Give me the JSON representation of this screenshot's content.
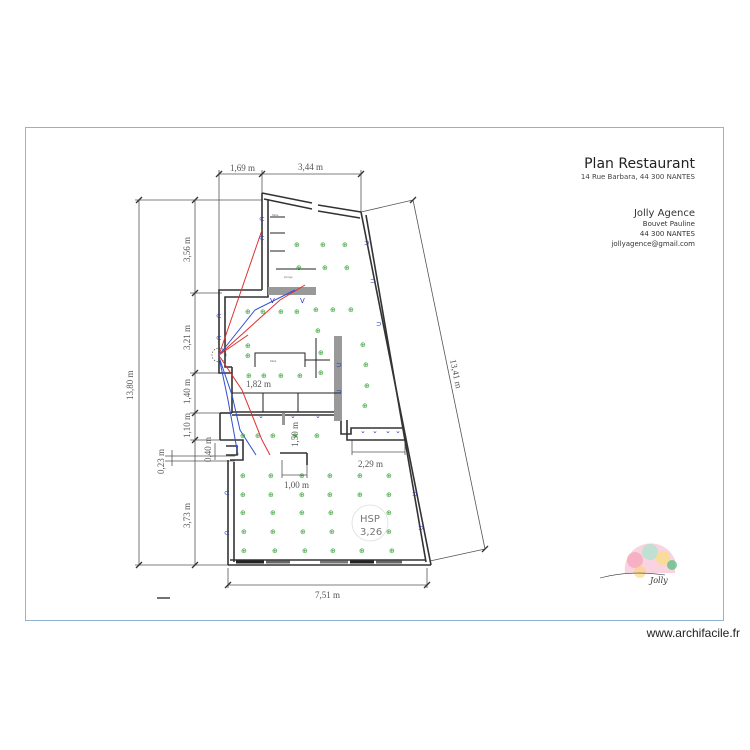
{
  "plan": {
    "title": "Plan Restaurant",
    "address": "14 Rue Barbara, 44 300 NANTES"
  },
  "agency": {
    "name": "Jolly Agence",
    "contact": "Bouvet Pauline",
    "city": "44 300 NANTES",
    "email": "jollyagence@gmail.com"
  },
  "dimensions": {
    "top_left": "1,69 m",
    "top_right": "3,44 m",
    "total_height": "13,80 m",
    "seg1": "3,56 m",
    "seg2": "3,21 m",
    "seg3": "1,40 m",
    "seg4": "1,10 m",
    "seg5": "0,40 m",
    "seg6": "0,23 m",
    "seg7": "3,73 m",
    "diagonal": "13,41 m",
    "inner_width": "1,82 m",
    "inner_height": "1,50 m",
    "step": "2,29 m",
    "door": "1,00 m",
    "bottom": "7,51 m"
  },
  "room": {
    "hsp_label": "HSP",
    "hsp_value": "3,26"
  },
  "logo": {
    "text": "Jolly"
  },
  "watermark": "www.archifacile.fr",
  "colors": {
    "frame": "#8fb3d1",
    "wall": "#333333",
    "light": "#2a9d2a",
    "outlet": "#2233bb",
    "wire_red": "#e03030",
    "wire_blue": "#3050d0"
  }
}
